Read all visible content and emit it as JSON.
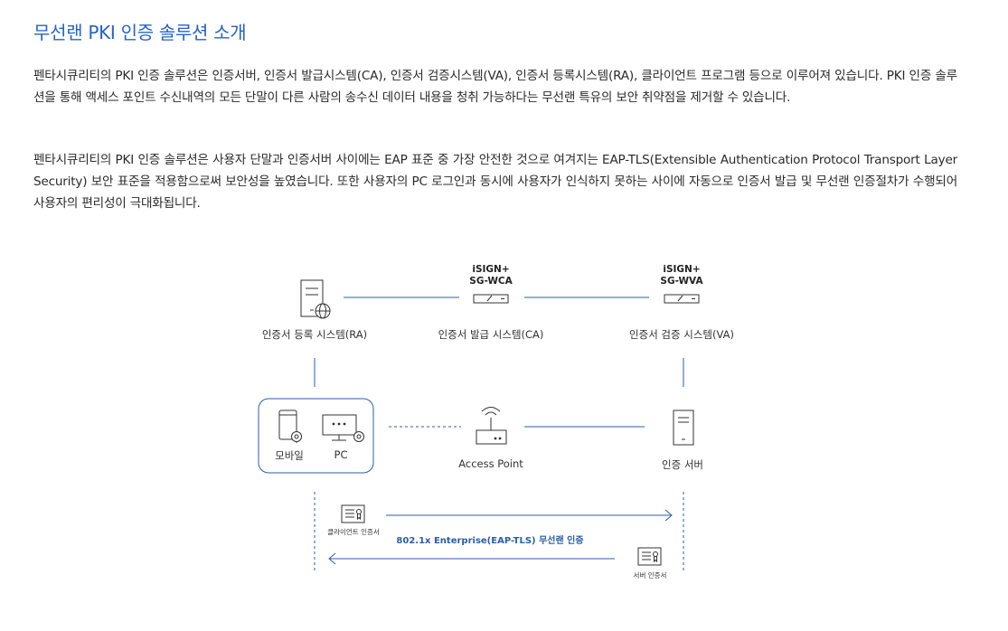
{
  "title": "무선랜 PKI 인증 솔루션 소개",
  "paragraphs": [
    "펜타시큐리티의 PKI 인증 솔루션은 인증서버, 인증서 발급시스템(CA), 인증서 검증시스템(VA), 인증서 등록시스템(RA), 클라이언트 프로그램 등으로 이루어져 있습니다. PKI 인증 솔루션을 통해 액세스 포인트 수신내역의 모든 단말이 다른 사람의 송수신 데이터 내용을 청취 가능하다는 무선랜 특유의 보안 취약점을 제거할 수 있습니다.",
    "펜타시큐리티의 PKI 인증 솔루션은 사용자 단말과 인증서버 사이에는 EAP 표준 중 가장 안전한 것으로 여겨지는 EAP-TLS(Extensible Authentication Protocol Transport Layer Security) 보안 표준을 적용함으로써 보안성을 높였습니다. 또한 사용자의 PC 로그인과 동시에 사용자가 인식하지 못하는 사이에 자동으로 인증서 발급 및 무선랜 인증절차가 수행되어 사용자의 편리성이 극대화됩니다."
  ],
  "diagram": {
    "ra_label": "인증서 등록 시스템(RA)",
    "ca_product": [
      "iSIGN+",
      "SG-WCA"
    ],
    "ca_label": "인증서 발급 시스템(CA)",
    "va_product": [
      "iSIGN+",
      "SG-WVA"
    ],
    "va_label": "인증서 검증 시스템(VA)",
    "mobile_label": "모바일",
    "pc_label": "PC",
    "ap_label": "Access Point",
    "auth_server_label": "인증 서버",
    "client_cert_label": "클라이언트 인증서",
    "server_cert_label": "서버 인증서",
    "protocol_label": "802.1x Enterprise(EAP-TLS) 무선랜 인증",
    "colors": {
      "title": "#2563c9",
      "line": "#2b5ea8",
      "device_box": "#2b5ea8",
      "protocol": "#2b5ea8"
    }
  }
}
